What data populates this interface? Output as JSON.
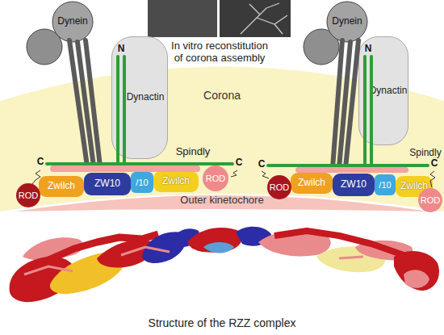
{
  "diagram": {
    "nodes": [
      {
        "text": [
          "Dynein"
        ]
      },
      {
        "text": [
          "Dynein"
        ]
      },
      {
        "text": [
          "Dynactin"
        ]
      },
      {
        "text": [
          "Dynactin"
        ]
      },
      {
        "text": [
          "Corona"
        ]
      },
      {
        "text": [
          "ROD"
        ],
        "in": 4
      },
      {
        "text": [
          "Zwilch"
        ],
        "in": 4
      },
      {
        "text": [
          "ZW10"
        ],
        "in": 4
      },
      {
        "text": [
          "/10"
        ],
        "in": 4
      },
      {
        "text": [
          "Zwilch"
        ],
        "in": 4
      },
      {
        "text": [
          "ROD"
        ],
        "in": 4
      },
      {
        "text": [
          "ROD"
        ],
        "in": 4
      },
      {
        "text": [
          "Zwilch"
        ],
        "in": 4
      },
      {
        "text": [
          "ZW10"
        ],
        "in": 4
      },
      {
        "text": [
          "/10"
        ],
        "in": 4
      },
      {
        "text": [
          "Zwilch"
        ],
        "in": 4
      },
      {
        "text": [
          "ROD"
        ],
        "in": 4
      },
      {
        "text": [
          "Outer kinetochore"
        ]
      }
    ],
    "labels": [
      "In vitro reconstitution of corona assembly",
      "N",
      "N",
      "C",
      "C",
      "C",
      "C",
      "Spindly",
      "Spindly",
      "Structure of the RZZ complex"
    ]
  }
}
